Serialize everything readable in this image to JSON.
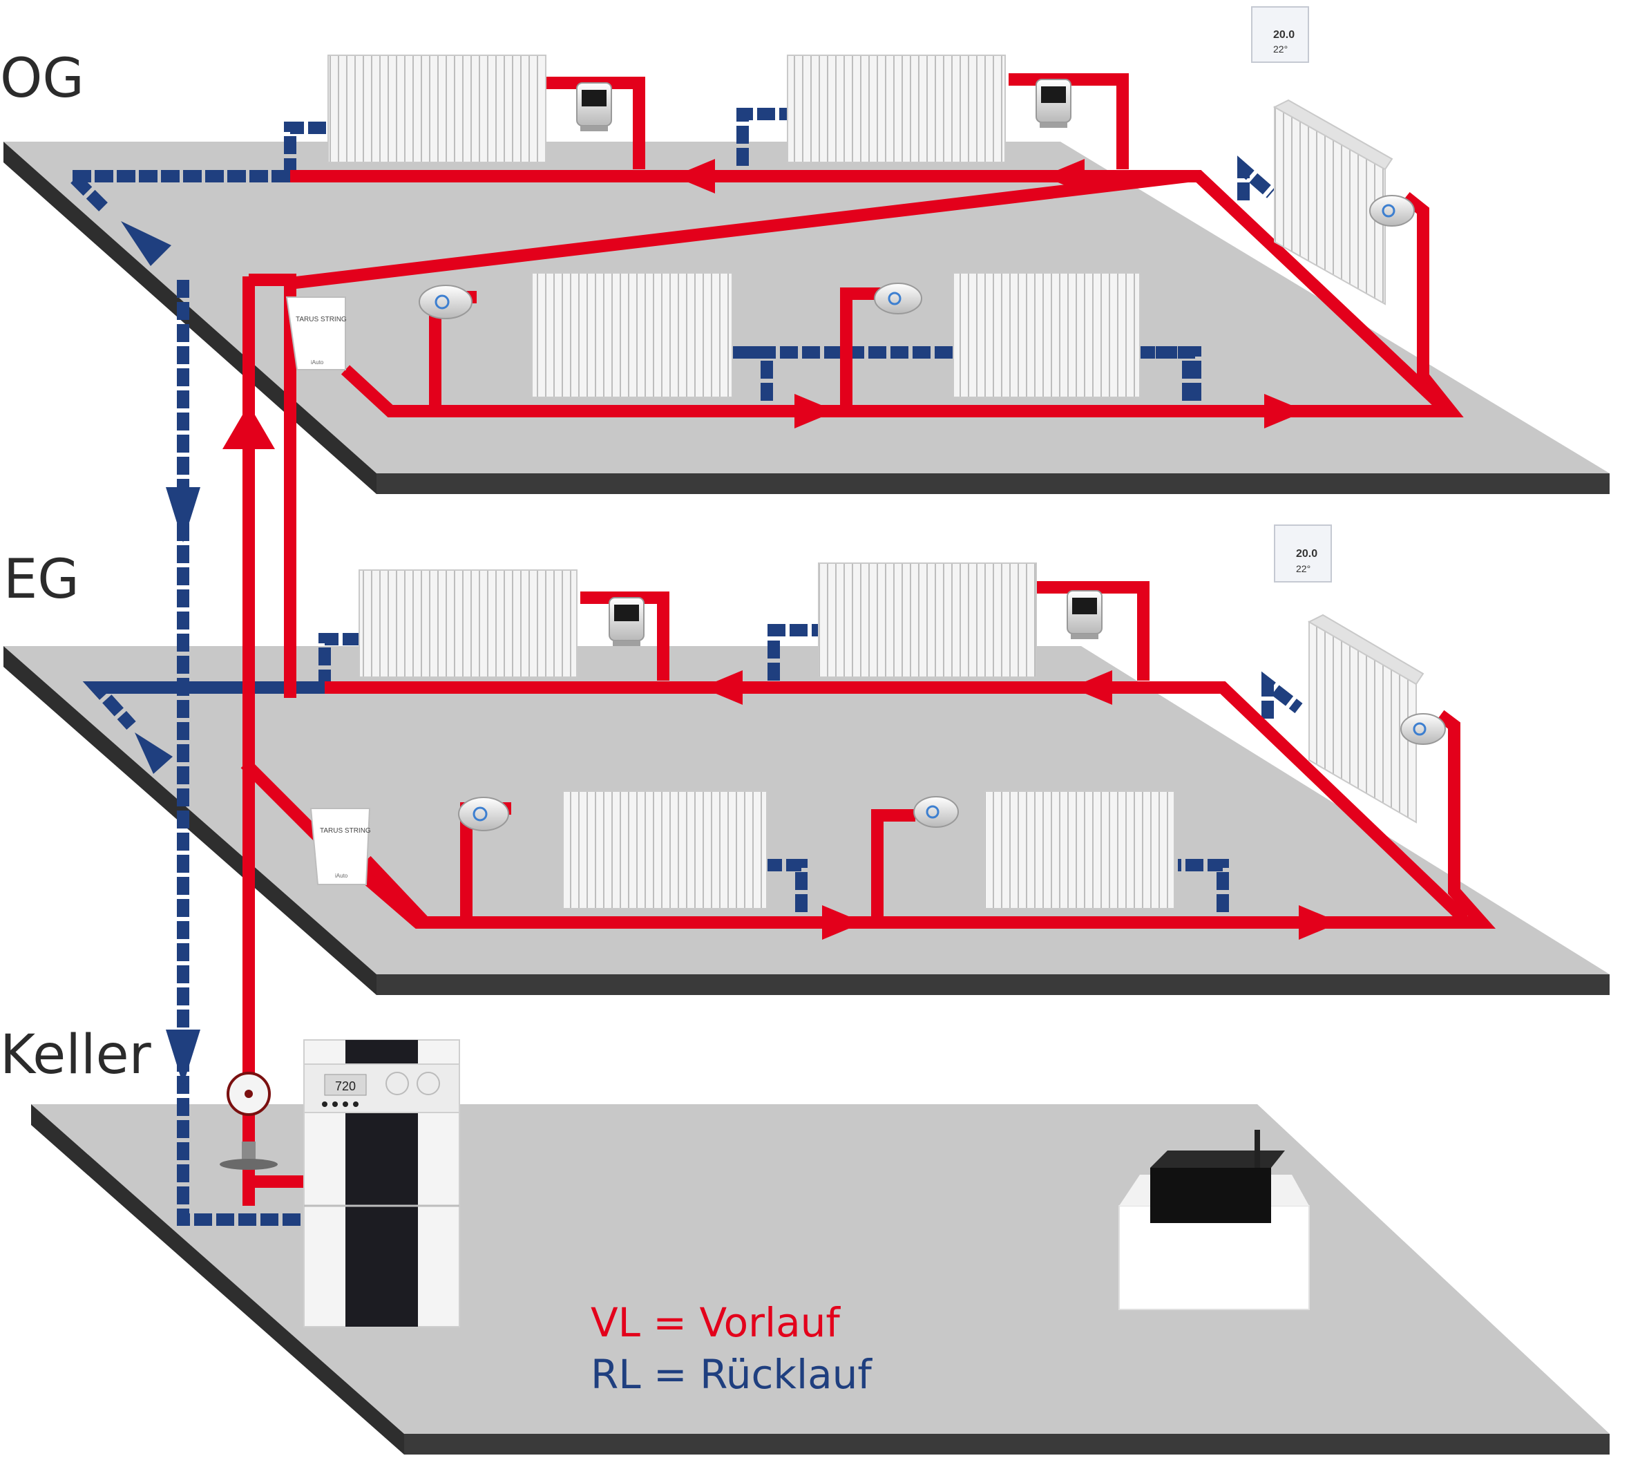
{
  "floors": {
    "og": "OG",
    "eg": "EG",
    "keller": "Keller"
  },
  "legend": {
    "vl": "VL = Vorlauf",
    "rl": "RL = Rücklauf"
  },
  "devices": {
    "room_controller_og_label": "TARUS STRING",
    "room_controller_og_brand": "iAuto",
    "room_controller_eg_label": "TARUS STRING",
    "room_controller_eg_brand": "iAuto",
    "boiler_display": "720",
    "wall_thermostat_set_temp": "20.0",
    "wall_thermostat_room_temp": "22°",
    "wall_thermostat_eg_set_temp": "20.0",
    "wall_thermostat_eg_room_temp": "22°"
  },
  "colors": {
    "vorlauf": "#e3001b",
    "ruecklauf": "#1f3f7f",
    "floor_top": "#c8c8c8",
    "floor_edge": "#3a3a3a"
  },
  "icons": [
    "radiator-icon",
    "thermostat-valve-icon",
    "wall-thermostat-icon",
    "boiler-icon",
    "pump-icon",
    "gateway-icon",
    "flow-arrow-icon"
  ]
}
